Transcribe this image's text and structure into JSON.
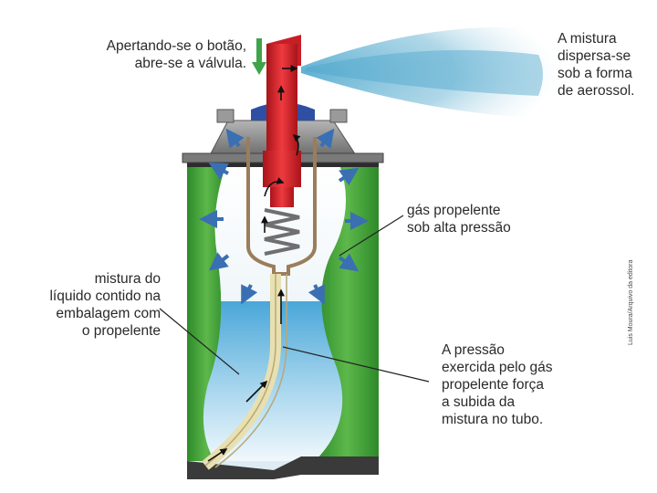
{
  "labels": {
    "button": [
      "Apertando-se o botão,",
      "abre-se a válvula."
    ],
    "aerosol": [
      "A mistura",
      "dispersa-se",
      "sob a forma",
      "de aerossol."
    ],
    "gas": [
      "gás propelente",
      "sob alta pressão"
    ],
    "mixture": [
      "mistura do",
      "líquido contido na",
      "embalagem com",
      "o propelente"
    ],
    "pressure": [
      "A pressão",
      "exercida pelo gás",
      "propelente força",
      "a subida da",
      "mistura no tubo."
    ]
  },
  "credit": "Luis Moura/Arquivo da editora",
  "colors": {
    "can_green": "#3c9a34",
    "valve_red": "#d9232b",
    "liquid_blue": "#4aa7d8",
    "spray_blue": "#6fb8d6",
    "cap_gray": "#8a8a8a",
    "arrow_blue": "#3a6fb3",
    "push_arrow_green": "#3fa34a"
  }
}
